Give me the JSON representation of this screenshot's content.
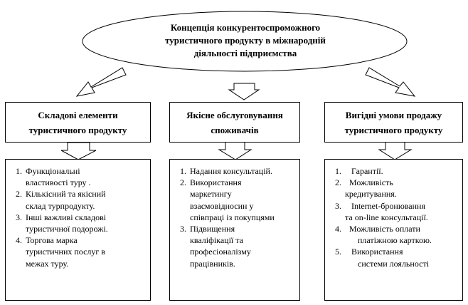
{
  "concept": {
    "line1": "Концепція конкурентоспроможного",
    "line2": "туристичного продукту в міжнародній",
    "line3": "діяльності підприємства"
  },
  "columns": [
    {
      "header": {
        "line1": "Складові елементи",
        "line2": "туристичного продукту"
      },
      "items": [
        {
          "lines": [
            "Функціональні",
            "властивості  туру ."
          ]
        },
        {
          "lines": [
            "Кількісний та якісний",
            "склад турпродукту."
          ]
        },
        {
          "lines": [
            "Інші важливі складові",
            "туристичної подорожі."
          ]
        },
        {
          "lines": [
            "Торгова марка",
            "туристичних послуг в",
            "межах туру."
          ]
        }
      ]
    },
    {
      "header": {
        "line1": "Якісне обслуговування",
        "line2": "споживачів"
      },
      "items": [
        {
          "lines": [
            "Надання консультацій."
          ]
        },
        {
          "lines": [
            "Використання",
            "маркетингу",
            "взаємовідносин  у",
            "співпраці із покупцями"
          ]
        },
        {
          "lines": [
            "Підвищення",
            "кваліфікації та",
            "професіоналізму",
            "працівників."
          ]
        }
      ]
    },
    {
      "header": {
        "line1": "Вигідні умови продажу",
        "line2": "туристичного продукту"
      },
      "items": [
        {
          "lines": [
            "   Гарантії."
          ]
        },
        {
          "lines": [
            "  Можливість",
            "кредитування."
          ]
        },
        {
          "lines": [
            "   Internet-бронювання",
            "та on-line консультації."
          ]
        },
        {
          "lines": [
            "  Можливість оплати",
            "платіжною карткою."
          ]
        },
        {
          "lines": [
            "   Використання",
            "системи лояльності"
          ]
        }
      ]
    }
  ]
}
